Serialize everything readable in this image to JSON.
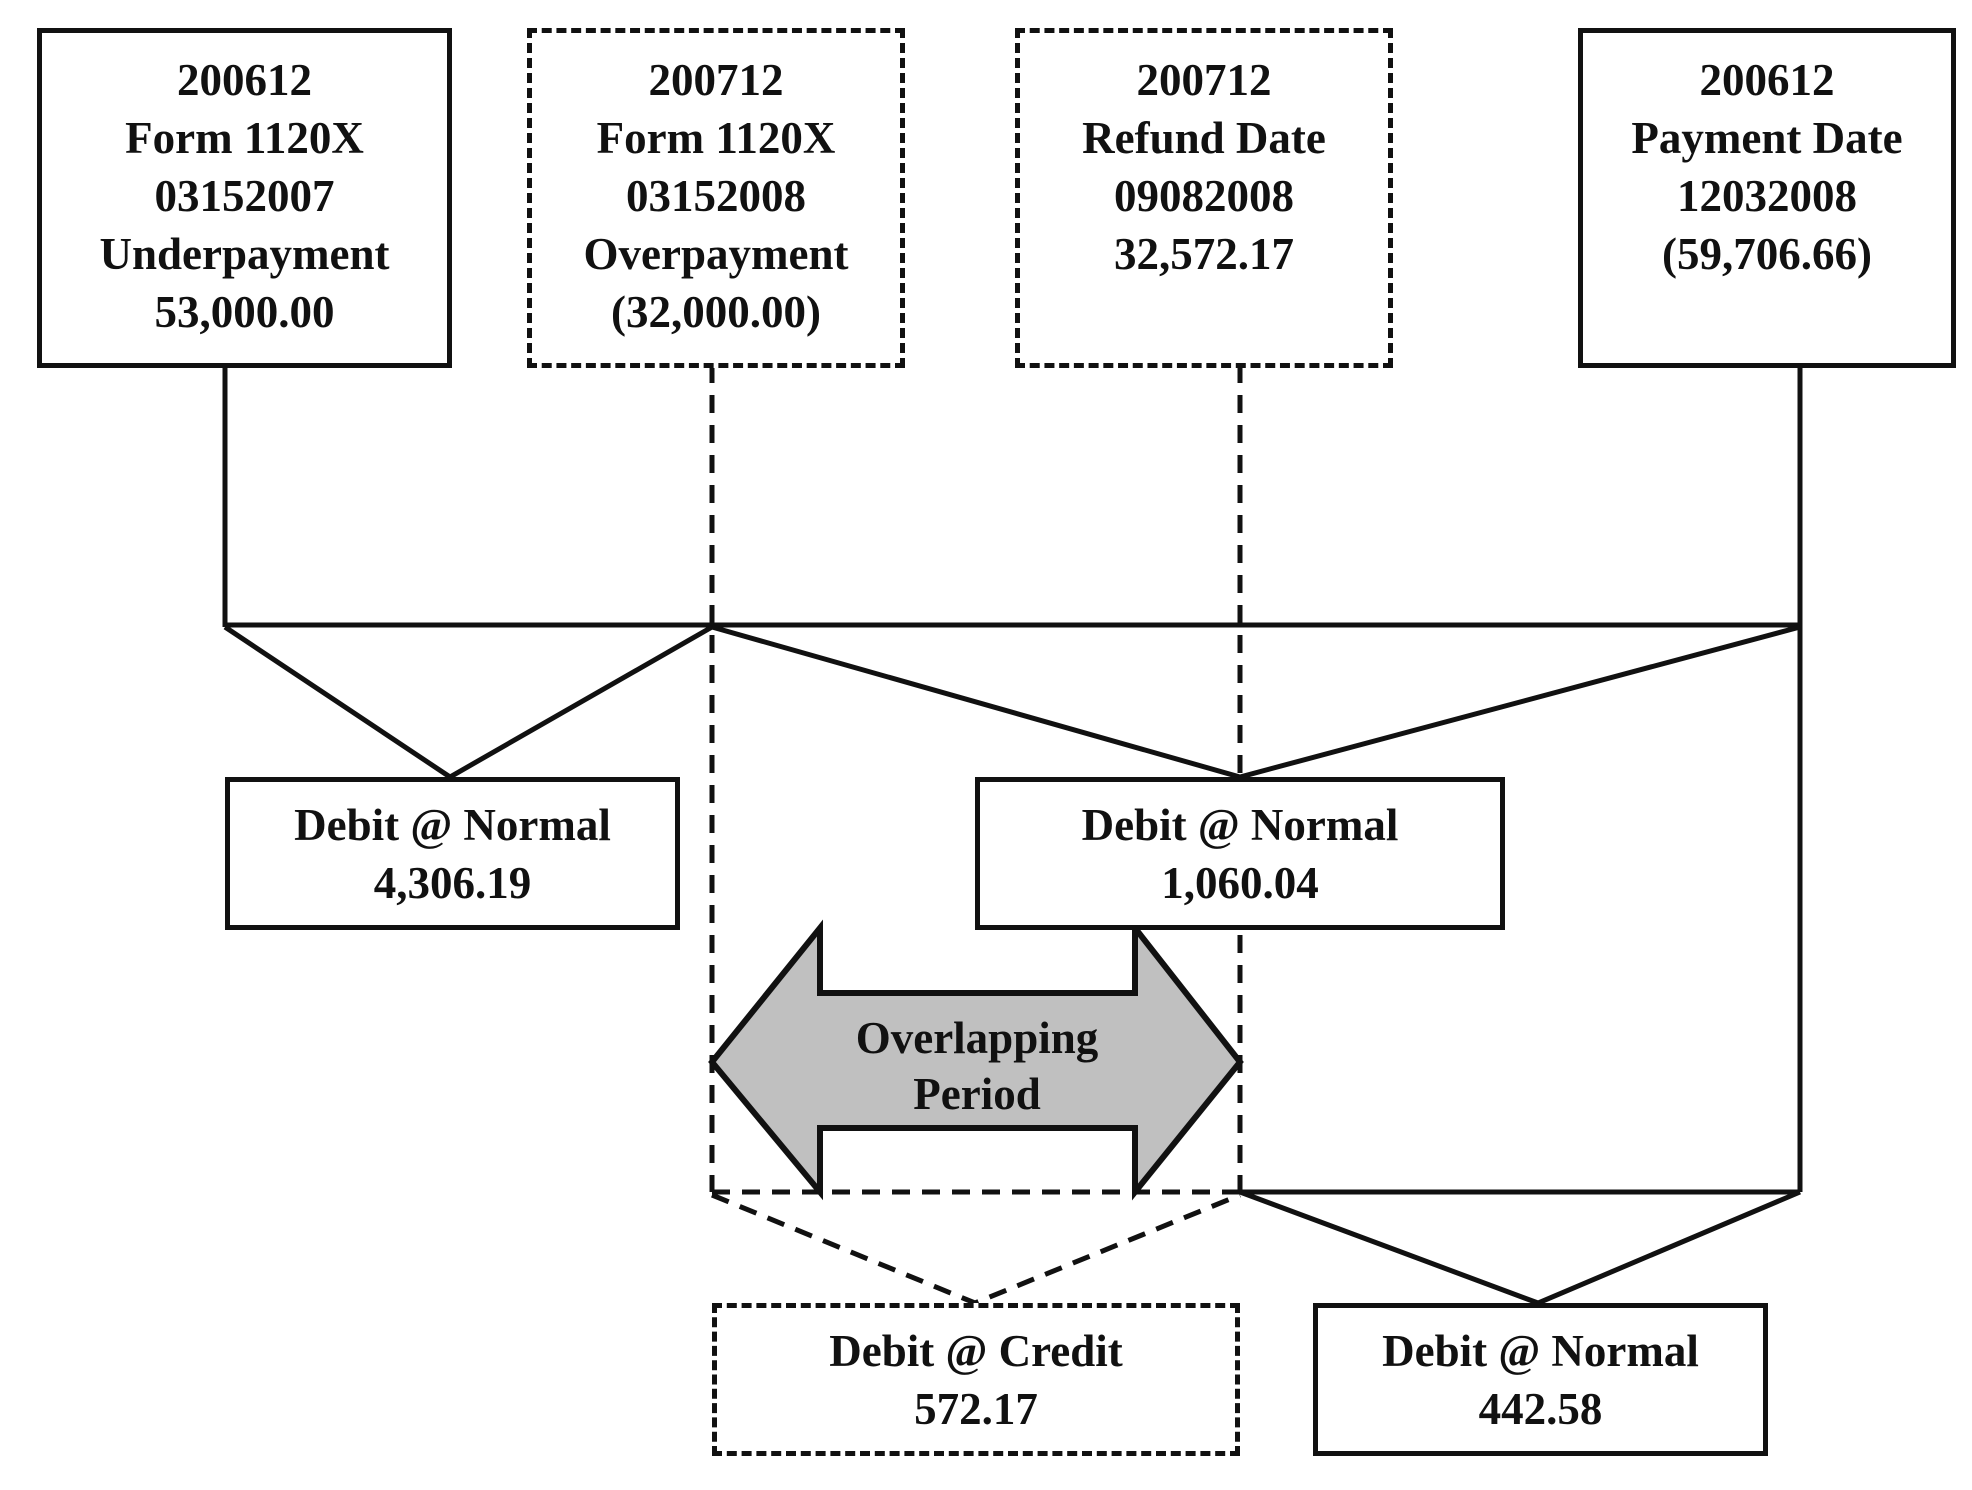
{
  "source_boxes": [
    {
      "id": "box-200612-1120x",
      "style": "solid",
      "lines": [
        "200612",
        "Form 1120X",
        "03152007",
        "Underpayment",
        "53,000.00"
      ]
    },
    {
      "id": "box-200712-1120x",
      "style": "dashed",
      "lines": [
        "200712",
        "Form 1120X",
        "03152008",
        "Overpayment",
        "(32,000.00)"
      ]
    },
    {
      "id": "box-200712-refund",
      "style": "dashed",
      "lines": [
        "200712",
        "Refund Date",
        "09082008",
        "32,572.17"
      ]
    },
    {
      "id": "box-200612-payment",
      "style": "solid",
      "lines": [
        "200612",
        "Payment Date",
        "12032008",
        "(59,706.66)"
      ]
    }
  ],
  "result_boxes": [
    {
      "id": "debit-normal-1",
      "style": "solid",
      "lines": [
        "Debit @ Normal",
        "4,306.19"
      ]
    },
    {
      "id": "debit-normal-2",
      "style": "solid",
      "lines": [
        "Debit @ Normal",
        "1,060.04"
      ]
    },
    {
      "id": "debit-credit",
      "style": "dashed",
      "lines": [
        "Debit @ Credit",
        "572.17"
      ]
    },
    {
      "id": "debit-normal-3",
      "style": "solid",
      "lines": [
        "Debit @ Normal",
        "442.58"
      ]
    }
  ],
  "overlap_arrow": {
    "lines": [
      "Overlapping",
      "Period"
    ],
    "fill": "#c0c0c0"
  },
  "colors": {
    "stroke": "#111111",
    "background": "#ffffff"
  }
}
